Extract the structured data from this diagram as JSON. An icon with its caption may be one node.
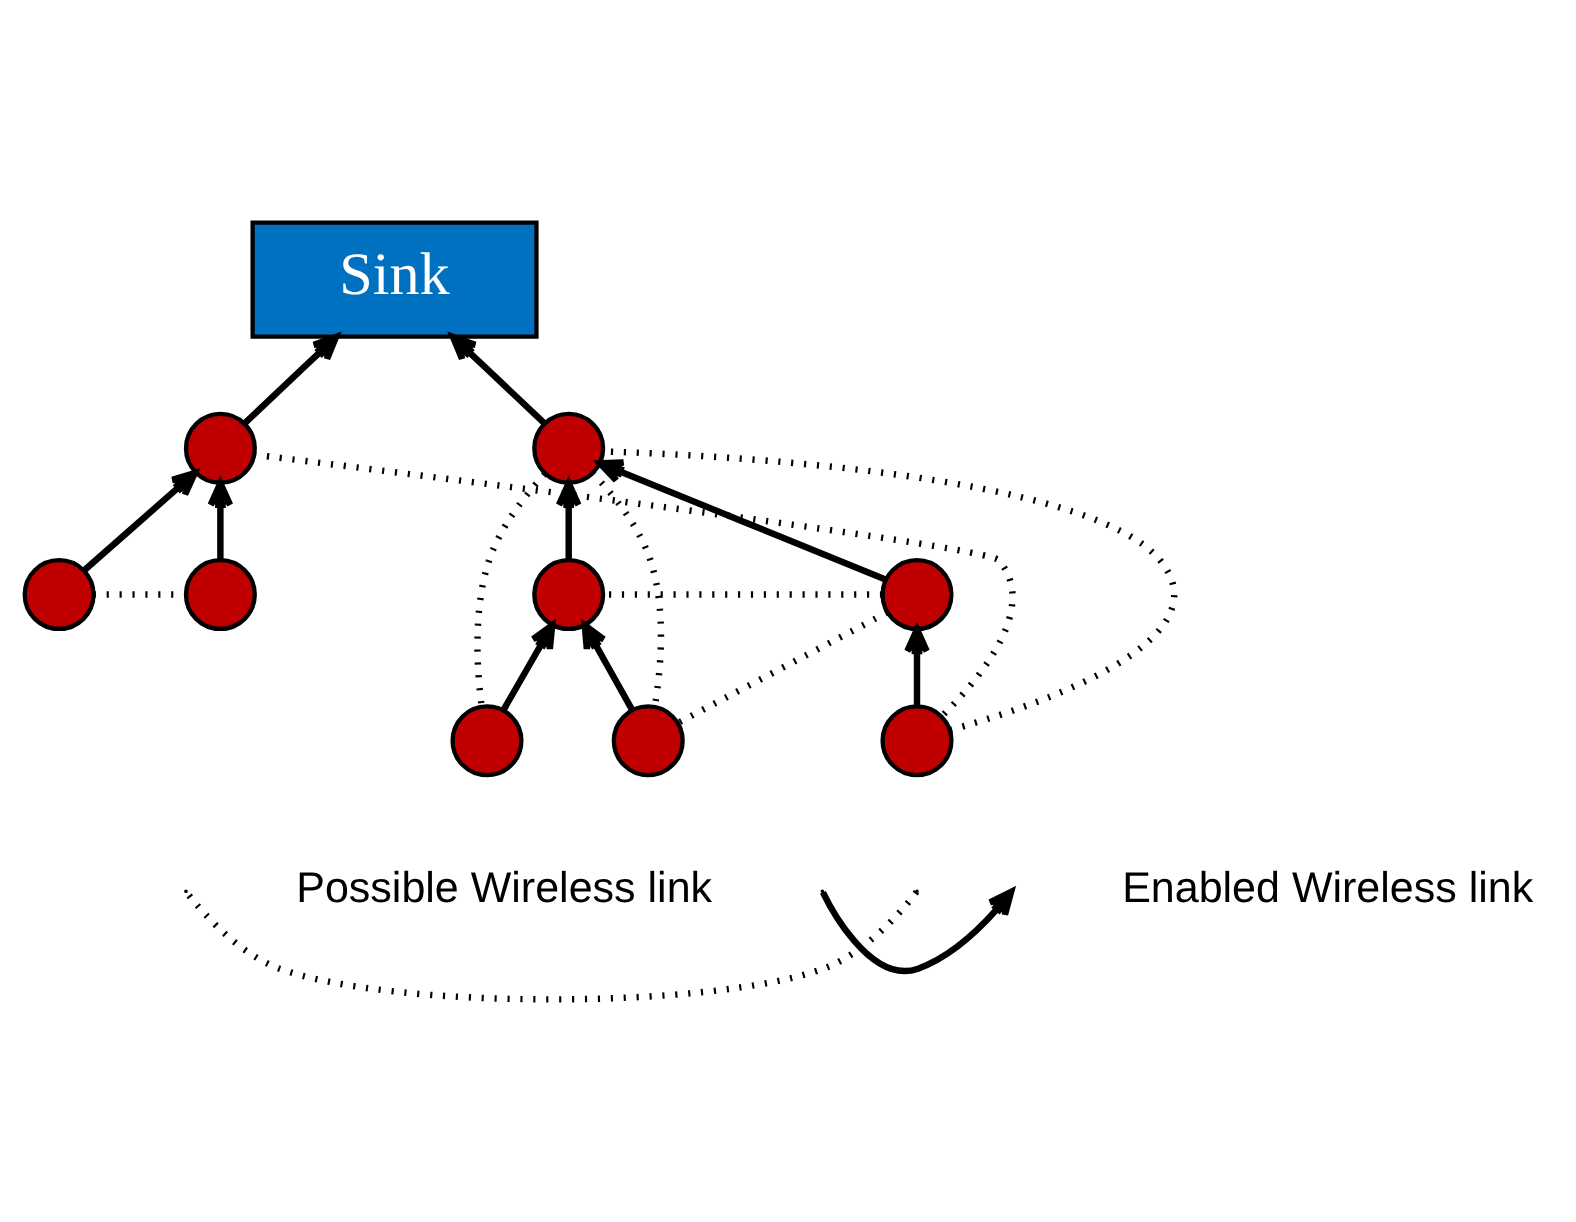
{
  "diagram": {
    "nodes": [
      {
        "text": [
          "Sink"
        ]
      },
      {
        "text": [],
        "shape": "circle"
      },
      {
        "text": [],
        "shape": "circle"
      },
      {
        "text": [],
        "shape": "circle"
      },
      {
        "text": [],
        "shape": "circle"
      },
      {
        "text": [],
        "shape": "circle"
      },
      {
        "text": [],
        "shape": "circle"
      },
      {
        "text": [],
        "shape": "circle"
      },
      {
        "text": [],
        "shape": "circle"
      },
      {
        "text": [],
        "shape": "circle"
      }
    ],
    "edges": [
      {
        "from": 1,
        "to": 2,
        "arrow": "to"
      },
      {
        "from": 3,
        "to": 2,
        "arrow": "to"
      },
      {
        "from": 2,
        "to": 0,
        "arrow": "to"
      },
      {
        "from": 4,
        "to": 0,
        "arrow": "to"
      },
      {
        "from": 7,
        "to": 8,
        "arrow": "to"
      },
      {
        "from": 8,
        "to": 4,
        "arrow": "to"
      },
      {
        "from": 6,
        "to": 4,
        "arrow": "to"
      },
      {
        "from": 5,
        "to": 6,
        "arrow": "to"
      },
      {
        "from": 9,
        "to": 6,
        "arrow": "to"
      },
      {
        "from": 1,
        "to": 3,
        "arrow": "none",
        "style": "dashed"
      },
      {
        "from": 2,
        "to": 7,
        "arrow": "none",
        "style": "dashed"
      },
      {
        "from": 7,
        "to": 4,
        "arrow": "none",
        "style": "dashed"
      },
      {
        "from": 4,
        "to": 5,
        "arrow": "none",
        "style": "dashed"
      },
      {
        "from": 4,
        "to": 9,
        "arrow": "none",
        "style": "dashed"
      },
      {
        "from": 8,
        "to": 6,
        "arrow": "none",
        "style": "dashed"
      },
      {
        "from": 8,
        "to": 9,
        "arrow": "none",
        "style": "dashed"
      }
    ],
    "legend": [
      {
        "text": "Possible Wireless link"
      },
      {
        "text": "Enabled Wireless link"
      }
    ]
  }
}
